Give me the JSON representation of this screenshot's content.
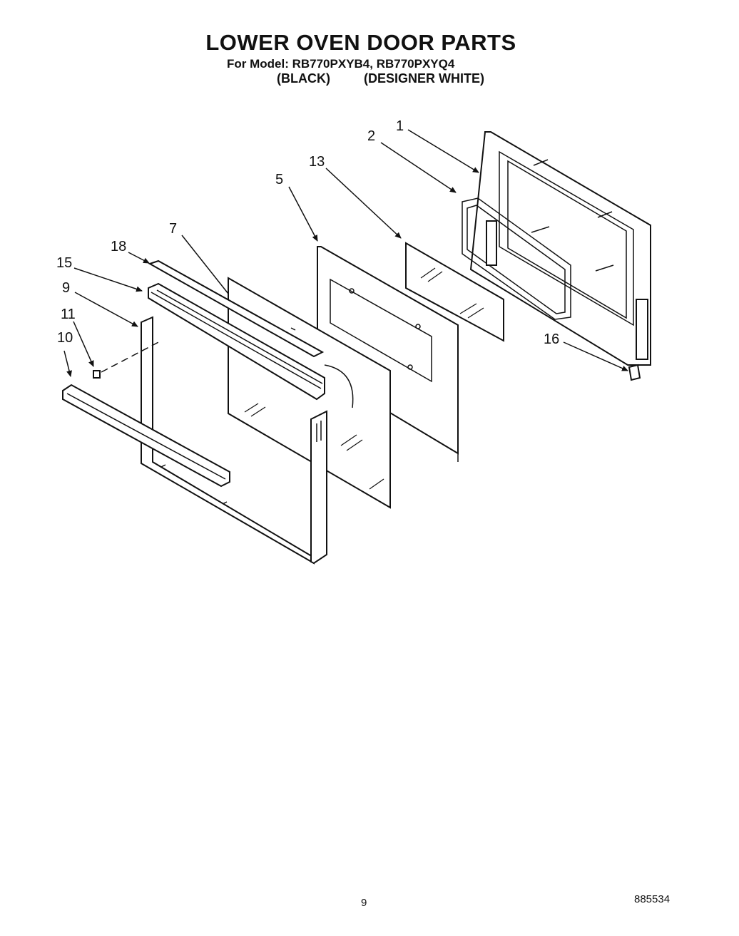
{
  "header": {
    "title": "LOWER OVEN DOOR PARTS",
    "subtitle": "For Model: RB770PXYB4, RB770PXYQ4",
    "variant_black": "(BLACK)",
    "variant_white": "(DESIGNER WHITE)"
  },
  "diagram": {
    "callouts": {
      "c1": "1",
      "c2": "2",
      "c13": "13",
      "c5": "5",
      "c7": "7",
      "c18": "18",
      "c15": "15",
      "c9": "9",
      "c11": "11",
      "c10": "10",
      "c16": "16"
    }
  },
  "footer": {
    "page_number": "9",
    "document_number": "885534"
  }
}
